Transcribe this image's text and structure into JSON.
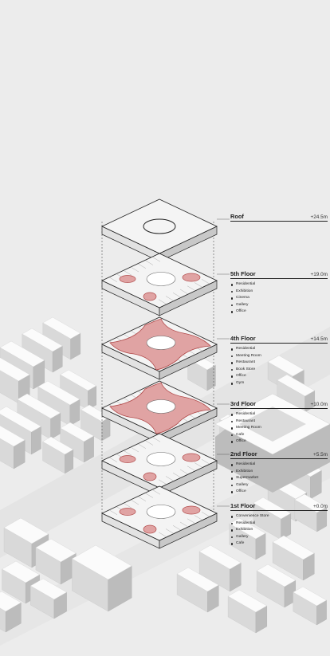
{
  "floors": [
    {
      "id": "roof",
      "name": "Roof",
      "level": "+24.5m",
      "programs": []
    },
    {
      "id": "floor5",
      "name": "5th Floor",
      "level": "+19.0m",
      "programs": [
        "Residential",
        "Exhibition",
        "Cinema",
        "Gallery",
        "Office"
      ]
    },
    {
      "id": "floor4",
      "name": "4th Floor",
      "level": "+14.5m",
      "programs": [
        "Residential",
        "Meeting Room",
        "Restaurant",
        "Book Store",
        "Office",
        "Gym"
      ]
    },
    {
      "id": "floor3",
      "name": "3rd Floor",
      "level": "+10.0m",
      "programs": [
        "Residential",
        "Restaurant",
        "Meeting Room",
        "Cafe",
        "Office"
      ]
    },
    {
      "id": "floor2",
      "name": "2nd Floor",
      "level": "+5.5m",
      "programs": [
        "Residential",
        "Exhibition",
        "Supermarket",
        "Gallery",
        "Office"
      ]
    },
    {
      "id": "floor1",
      "name": "1st Floor",
      "level": "+0.0m",
      "programs": [
        "Convenience Store",
        "Residential",
        "Exhibition",
        "Gallery",
        "Cafe"
      ]
    }
  ],
  "colors": {
    "background": "#ececec",
    "block_top": "#fbfbfb",
    "block_left": "#d9d9d9",
    "block_right": "#bcbcbc",
    "slab_top": "#f4f4f4",
    "void_fill": "#e0a3a3",
    "void_stroke": "#b24b4b",
    "label_text": "#1d1d1d"
  }
}
